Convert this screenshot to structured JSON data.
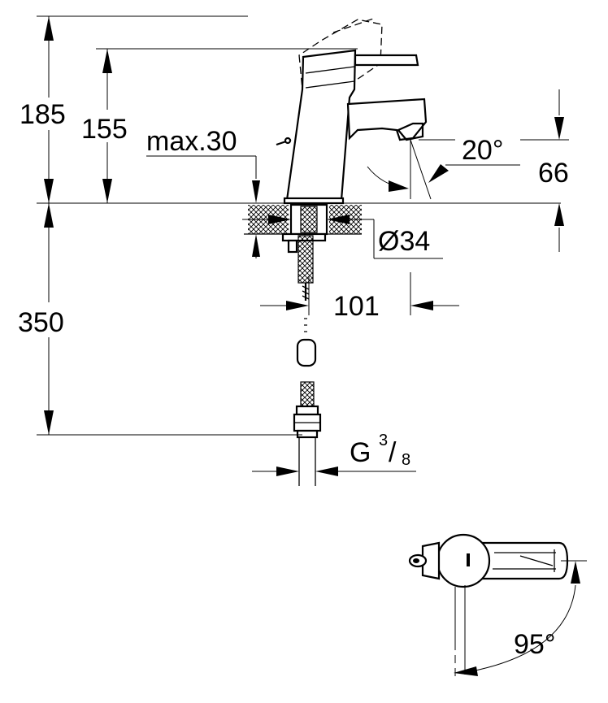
{
  "labels": {
    "height_total": "185",
    "height_spout": "155",
    "counter_max": "max.30",
    "angle_spout": "20°",
    "spout_clearance": "66",
    "hole_diameter": "Ø34",
    "projection": "101",
    "hose_length": "350",
    "thread_letter": "G",
    "thread_num": "3",
    "thread_den": "8",
    "rotation_angle": "95°"
  },
  "colors": {
    "line": "#000000",
    "background": "#ffffff"
  }
}
